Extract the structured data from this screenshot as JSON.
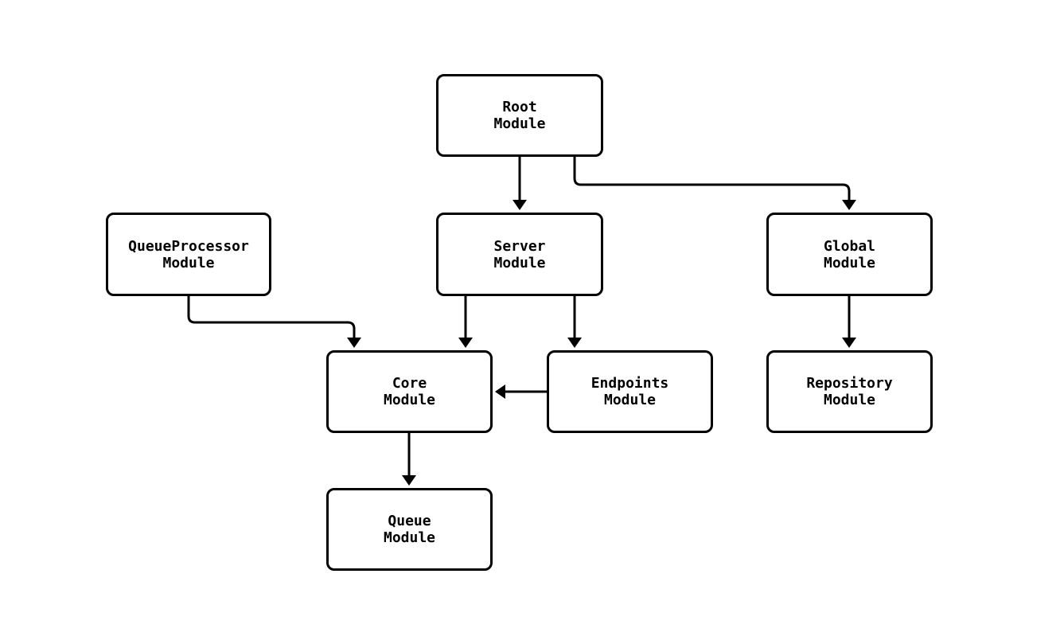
{
  "diagram": {
    "type": "flowchart",
    "direction": "top-down",
    "colors": {
      "background": "#ffffff",
      "node_fill": "#ffffff",
      "node_border": "#000000",
      "text": "#000000",
      "edge": "#000000"
    },
    "nodes": [
      {
        "id": "root",
        "line1": "Root",
        "line2": "Module"
      },
      {
        "id": "queueprocessor",
        "line1": "QueueProcessor",
        "line2": "Module"
      },
      {
        "id": "server",
        "line1": "Server",
        "line2": "Module"
      },
      {
        "id": "global",
        "line1": "Global",
        "line2": "Module"
      },
      {
        "id": "core",
        "line1": "Core",
        "line2": "Module"
      },
      {
        "id": "endpoints",
        "line1": "Endpoints",
        "line2": "Module"
      },
      {
        "id": "repository",
        "line1": "Repository",
        "line2": "Module"
      },
      {
        "id": "queue",
        "line1": "Queue",
        "line2": "Module"
      }
    ],
    "edges": [
      {
        "from": "Root Module",
        "to": "Server Module"
      },
      {
        "from": "Root Module",
        "to": "Global Module"
      },
      {
        "from": "QueueProcessor Module",
        "to": "Core Module"
      },
      {
        "from": "Server Module",
        "to": "Core Module"
      },
      {
        "from": "Server Module",
        "to": "Endpoints Module"
      },
      {
        "from": "Global Module",
        "to": "Repository Module"
      },
      {
        "from": "Endpoints Module",
        "to": "Core Module"
      },
      {
        "from": "Core Module",
        "to": "Queue Module"
      }
    ]
  }
}
